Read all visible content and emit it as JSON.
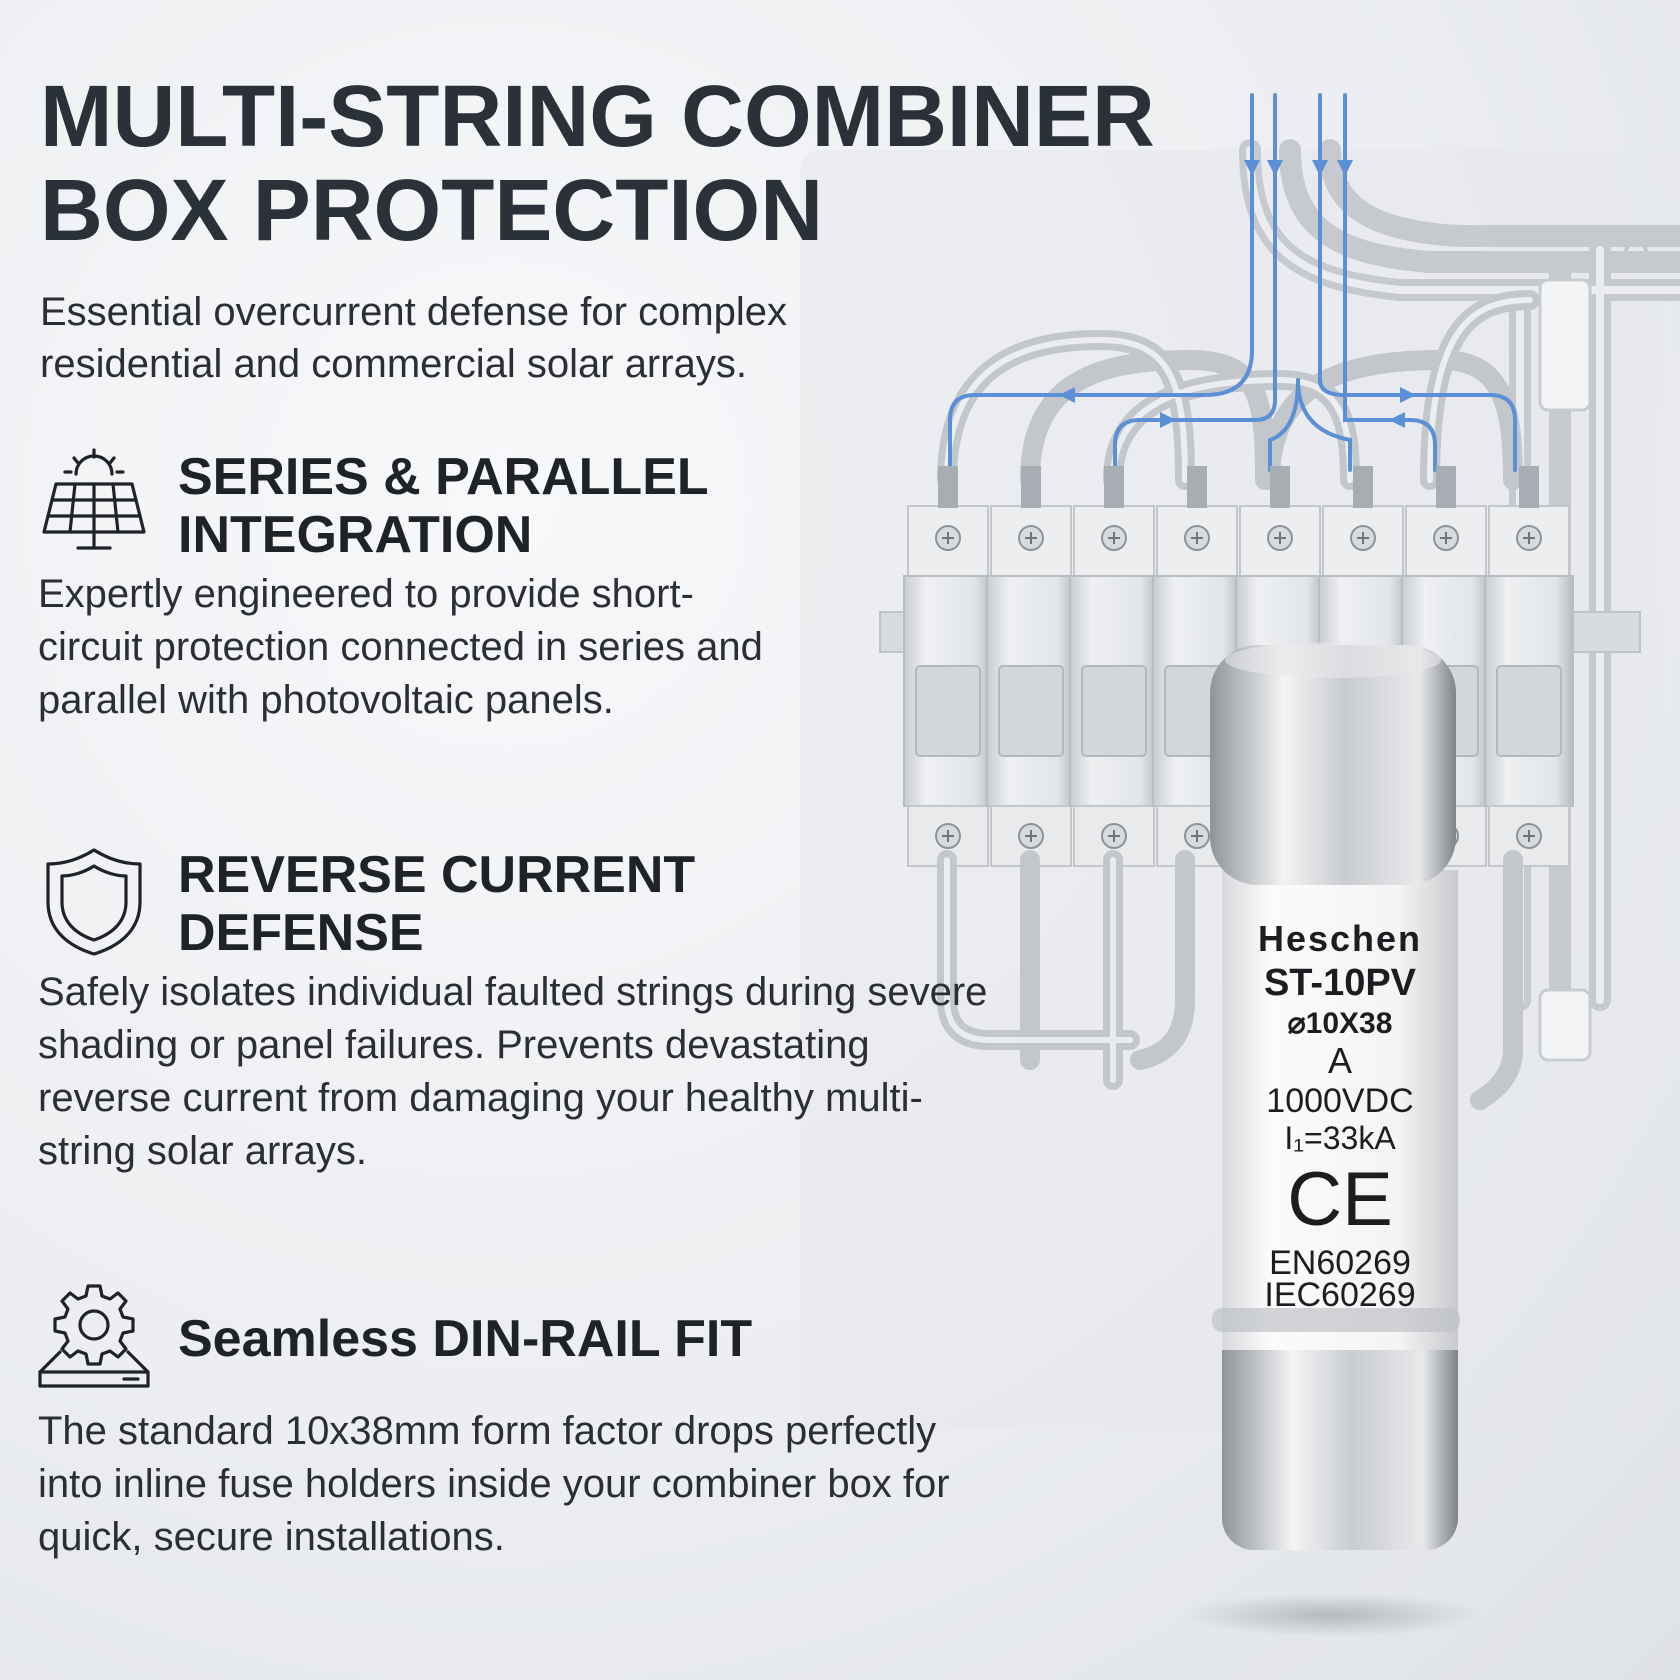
{
  "headline": {
    "line1": "MULTI-STRING COMBINER",
    "line2": "BOX PROTECTION"
  },
  "subtitle": "Essential overcurrent defense for complex residential and commercial solar arrays.",
  "features": [
    {
      "title": "SERIES & PARALLEL INTEGRATION",
      "description": "Expertly engineered to provide short-circuit protection connected in series and parallel with photovoltaic panels.",
      "icon": "solar-panel-icon"
    },
    {
      "title": "REVERSE CURRENT DEFENSE",
      "description": "Safely isolates individual faulted strings during severe shading or panel failures. Prevents devastating reverse current from damaging your healthy multi-string solar arrays.",
      "icon": "shield-icon"
    },
    {
      "title": "Seamless DIN-RAIL FIT",
      "description": "The standard 10x38mm form factor drops perfectly into inline fuse holders inside your combiner box for quick, secure installations.",
      "icon": "gear-device-icon"
    }
  ],
  "fuse_label": {
    "brand": "Heschen",
    "model": "ST-10PV",
    "size": "⌀10X38",
    "class": "A",
    "voltage": "1000VDC",
    "breaking": "I₁=33kA",
    "mark": "CE",
    "std1": "EN60269",
    "std2": "IEC60269"
  },
  "colors": {
    "accent_blue": "#5b8fd6",
    "text_dark": "#24272b"
  }
}
